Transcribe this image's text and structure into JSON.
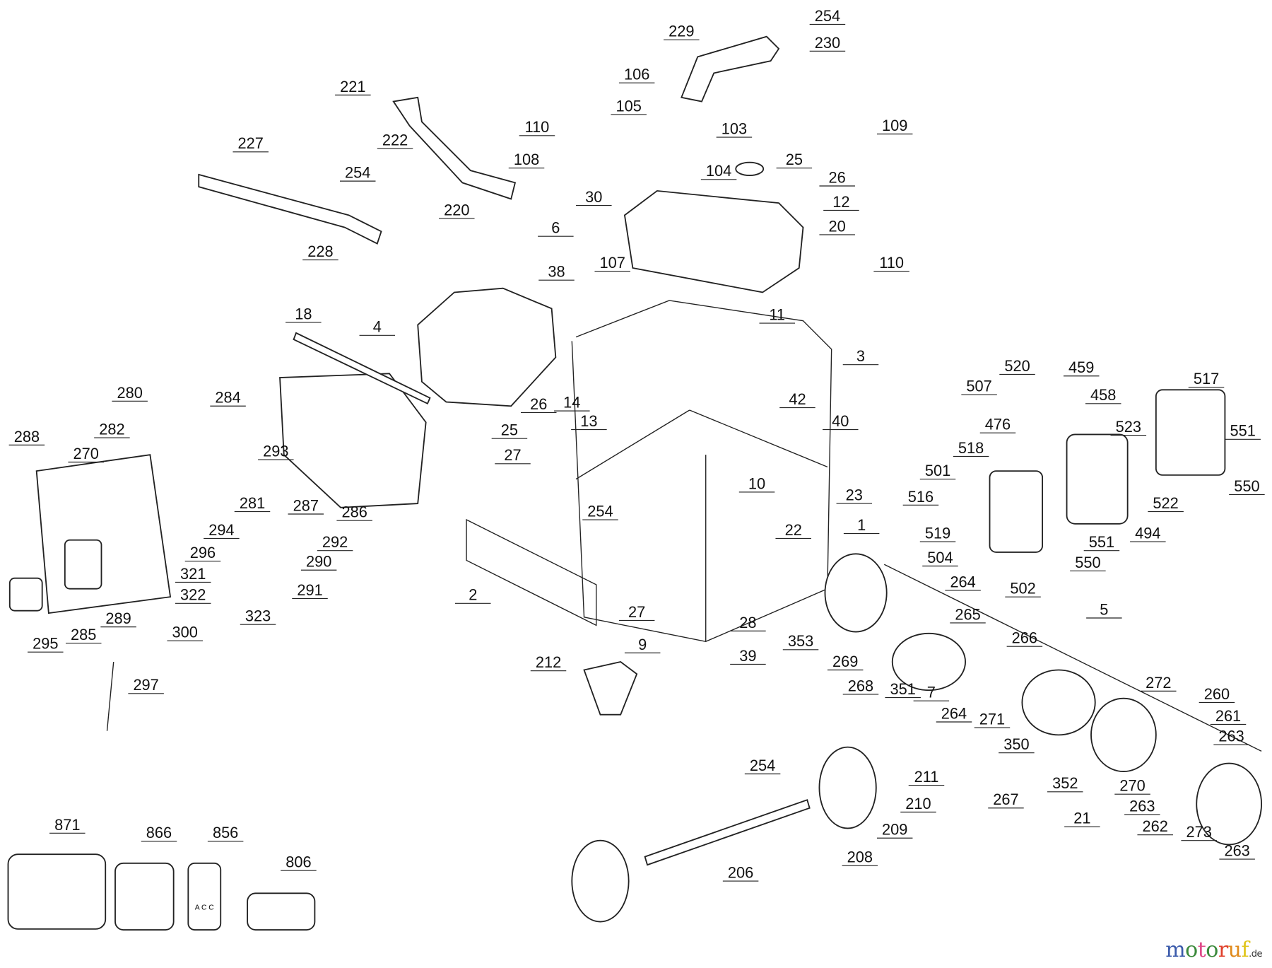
{
  "title": "",
  "part_labels": [
    "254",
    "230",
    "229",
    "106",
    "221",
    "105",
    "110",
    "103",
    "109",
    "222",
    "227",
    "108",
    "25",
    "254",
    "104",
    "26",
    "30",
    "12",
    "220",
    "6",
    "20",
    "228",
    "38",
    "107",
    "110",
    "11",
    "18",
    "4",
    "3",
    "280",
    "284",
    "26",
    "14",
    "42",
    "517",
    "520",
    "459",
    "507",
    "458",
    "288",
    "282",
    "25",
    "13",
    "40",
    "476",
    "523",
    "551",
    "270",
    "293",
    "27",
    "518",
    "501",
    "23",
    "10",
    "516",
    "550",
    "522",
    "281",
    "287",
    "286",
    "254",
    "1",
    "22",
    "519",
    "494",
    "294",
    "292",
    "290",
    "296",
    "504",
    "550",
    "551",
    "264",
    "502",
    "321",
    "291",
    "2",
    "322",
    "5",
    "265",
    "266",
    "27",
    "323",
    "289",
    "300",
    "285",
    "295",
    "28",
    "353",
    "9",
    "269",
    "39",
    "212",
    "268",
    "351",
    "7",
    "272",
    "297",
    "260",
    "264",
    "271",
    "261",
    "263",
    "350",
    "254",
    "211",
    "352",
    "270",
    "267",
    "210",
    "263",
    "21",
    "262",
    "209",
    "273",
    "263",
    "871",
    "866",
    "856",
    "806",
    "208",
    "206"
  ],
  "accessory_box_text": "A C C",
  "logo": {
    "text_parts": [
      "m",
      "o",
      "t",
      "o",
      "r",
      "u",
      "f"
    ],
    "colors": [
      "#3b5bab",
      "#3b8a3b",
      "#e04b8a",
      "#3b8a3b",
      "#e0402b",
      "#e08a1b",
      "#e0c51b"
    ],
    "suffix": ".de"
  }
}
